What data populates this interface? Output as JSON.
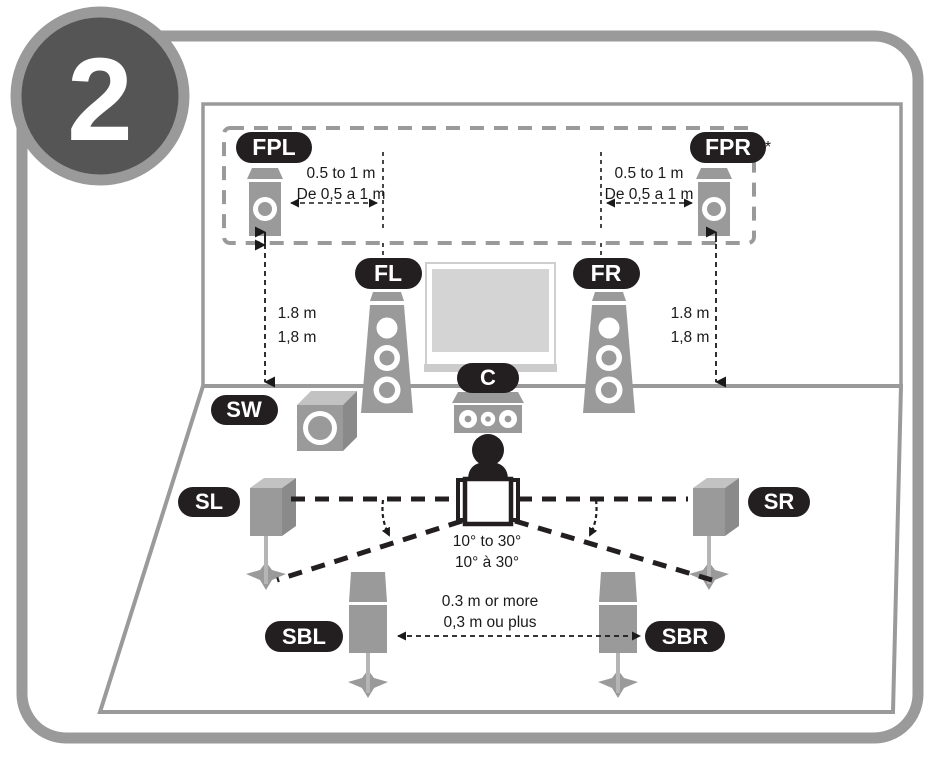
{
  "step": {
    "number": "2"
  },
  "footnote": {
    "asterisk": "*"
  },
  "chips": {
    "fpl": "FPL",
    "fpr": "FPR",
    "fl": "FL",
    "fr": "FR",
    "c": "C",
    "sw": "SW",
    "sl": "SL",
    "sr": "SR",
    "sbl": "SBL",
    "sbr": "SBR"
  },
  "measurements": {
    "front_presence_left": {
      "line1": "0.5 to 1 m",
      "line2": "De 0,5 a 1 m"
    },
    "front_presence_right": {
      "line1": "0.5 to 1 m",
      "line2": "De 0,5 a 1 m"
    },
    "height_left": {
      "line1": "1.8 m",
      "line2": "1,8 m"
    },
    "height_right": {
      "line1": "1.8 m",
      "line2": "1,8 m"
    },
    "surround_angle": {
      "line1": "10° to 30°",
      "line2": "10° à 30°"
    },
    "surround_back_gap": {
      "line1": "0.3 m or more",
      "line2": "0,3 m ou plus"
    }
  },
  "colors": {
    "frame": "#9a9a9a",
    "badge_fill": "#555555",
    "badge_ring": "#9a9a9a",
    "chip_fill": "#231f20",
    "speaker_body": "#9a9a9a",
    "speaker_dark": "#808080",
    "speaker_light": "#b3b3b3",
    "tv_screen": "#d4d4d4",
    "ink": "#1a1a1a",
    "room_line": "#9a9a9a"
  }
}
